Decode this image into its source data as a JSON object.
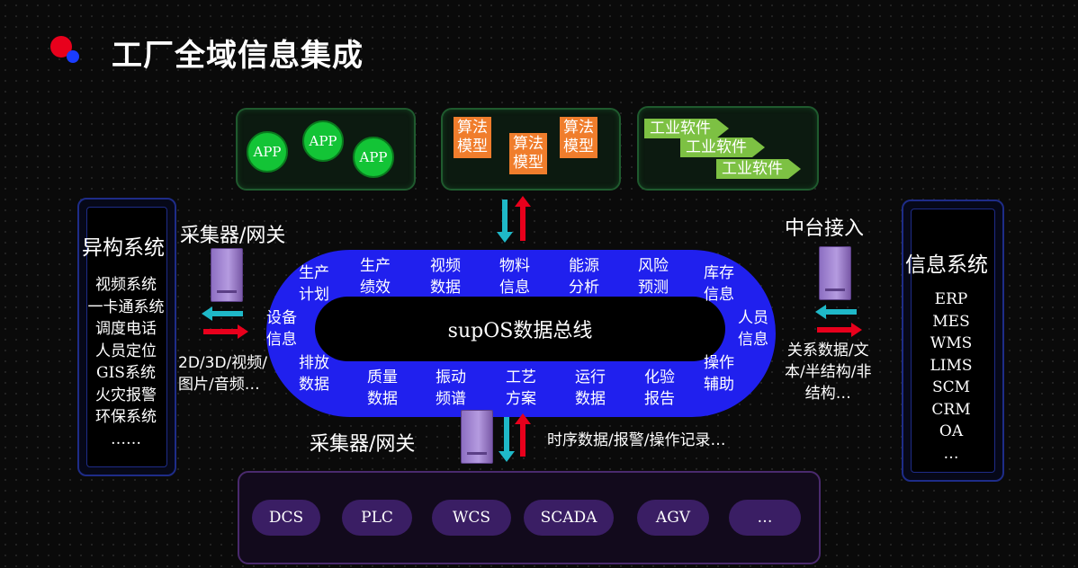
{
  "header": {
    "title": "工厂全域信息集成"
  },
  "apps": [
    "APP",
    "APP",
    "APP"
  ],
  "algorithms": [
    "算法\n模型",
    "算法\n模型",
    "算法\n模型"
  ],
  "software": [
    "工业软件",
    "工业软件",
    "工业软件"
  ],
  "left_system": {
    "title": "异构系统",
    "items": [
      "视频系统",
      "一卡通系统",
      "调度电话",
      "人员定位",
      "GIS系统",
      "火灾报警",
      "环保系统",
      "……"
    ]
  },
  "right_system": {
    "title": "信息系统",
    "items": [
      "ERP",
      "MES",
      "WMS",
      "LIMS",
      "SCM",
      "CRM",
      "OA",
      "…"
    ]
  },
  "bus": {
    "label": "supOS数据总线",
    "top_topics": [
      "生产\n绩效",
      "视频\n数据",
      "物料\n信息",
      "能源\n分析",
      "风险\n预测"
    ],
    "bottom_topics": [
      "质量\n数据",
      "振动\n频谱",
      "工艺\n方案",
      "运行\n数据",
      "化验\n报告"
    ],
    "left_topics": [
      "生产\n计划",
      "设备\n信息",
      "排放\n数据"
    ],
    "right_topics": [
      "库存\n信息",
      "人员\n信息",
      "操作\n辅助"
    ]
  },
  "labels": {
    "gateway_left": "采集器/网关",
    "gateway_bottom": "采集器/网关",
    "middle_access": "中台接入",
    "left_data": "2D/3D/视频/\n图片/音频…",
    "right_data": "关系数据/文\n本/半结构/非\n结构…",
    "bottom_data": "时序数据/报警/操作记录…"
  },
  "field_systems": [
    "DCS",
    "PLC",
    "WCS",
    "SCADA",
    "AGV",
    "…"
  ],
  "colors": {
    "bus": "#2020ee",
    "app": "#13c436",
    "algorithm": "#f07d2c",
    "software": "#7dc143",
    "arrow_up": "#e8001c",
    "arrow_down": "#1fb8c8"
  }
}
